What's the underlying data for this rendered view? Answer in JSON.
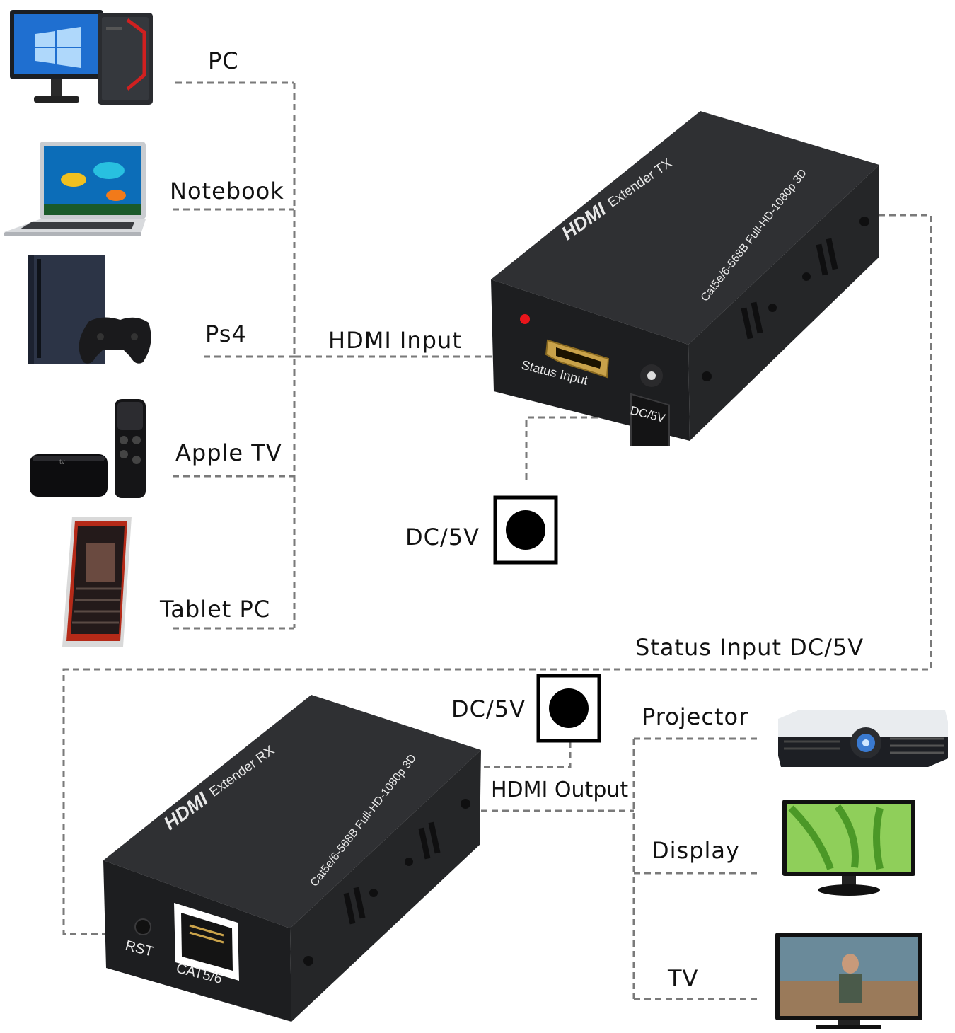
{
  "sources": {
    "pc": "PC",
    "notebook": "Notebook",
    "ps4": "Ps4",
    "apple_tv": "Apple TV",
    "tablet": "Tablet  PC"
  },
  "tx": {
    "brand": "HDMI",
    "model": "Extender TX",
    "spec": "Cat5e/6-568B Full-HD-1080p 3D",
    "port_status_label": "Status Input",
    "port_dc_label": "DC/5V",
    "led_color": "#e8151b"
  },
  "rx": {
    "brand": "HDMI",
    "model": "Extender RX",
    "spec": "Cat5e/6-568B Full-HD-1080p 3D",
    "rst_label": "RST",
    "cat_label": "CAT5/6"
  },
  "connections": {
    "hdmi_input": "HDMI Input",
    "dc_tx": "DC/5V",
    "status_input_dc": "Status Input DC/5V",
    "dc_rx": "DC/5V",
    "hdmi_output": "HDMI Output"
  },
  "outputs": {
    "projector": "Projector",
    "display": "Display",
    "tv": "TV"
  },
  "colors": {
    "device_body": "#2b2b2d",
    "wire": "#7a7a7a",
    "hdmi_gold": "#c9a24a"
  }
}
